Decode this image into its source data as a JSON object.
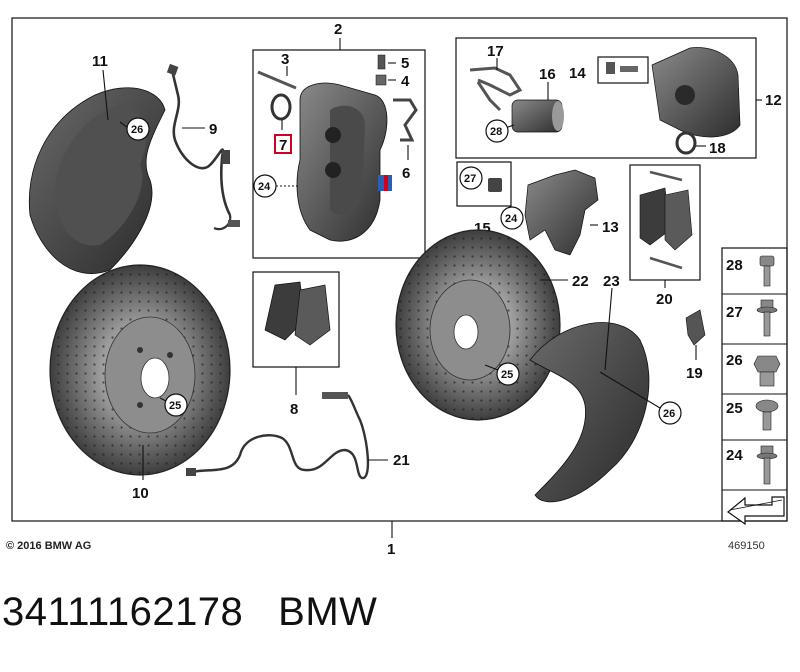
{
  "callouts": {
    "c1": "1",
    "c2": "2",
    "c3": "3",
    "c4": "4",
    "c5": "5",
    "c6": "6",
    "c7": "7",
    "c8": "8",
    "c9": "9",
    "c10": "10",
    "c11": "11",
    "c12": "12",
    "c13": "13",
    "c14": "14",
    "c15": "15",
    "c16": "16",
    "c17": "17",
    "c18": "18",
    "c19": "19",
    "c20": "20",
    "c21": "21",
    "c22": "22",
    "c23": "23"
  },
  "circled": {
    "c24": "24",
    "c25": "25",
    "c26": "26",
    "c27": "27",
    "c28": "28"
  },
  "legend": {
    "items": [
      {
        "num": "28",
        "icon": "hex-socket-bolt-icon"
      },
      {
        "num": "27",
        "icon": "flange-bolt-icon"
      },
      {
        "num": "26",
        "icon": "hex-bolt-icon"
      },
      {
        "num": "25",
        "icon": "torx-bolt-icon"
      },
      {
        "num": "24",
        "icon": "hex-flange-bolt-icon"
      }
    ]
  },
  "footer": {
    "copyright": "© 2016 BMW AG",
    "doc_number": "469150"
  },
  "part_line": "34111162178   BMW",
  "colors": {
    "part_dark": "#3a3a3a",
    "part_mid": "#6b6b6b",
    "part_light": "#a8a8a8",
    "highlight": "#d0021b"
  }
}
